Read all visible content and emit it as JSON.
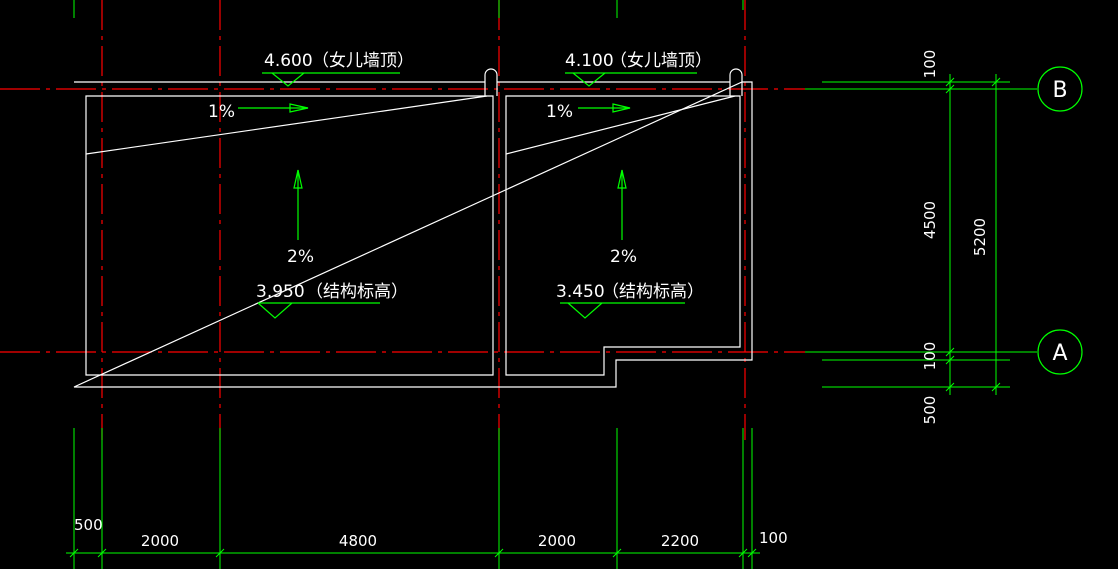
{
  "roof_left": {
    "parapet_elev": "4.600",
    "parapet_note": "（女儿墙顶）",
    "slope_small": "1%",
    "slope_main": "2%",
    "struct_elev": "3.950",
    "struct_note": "（结构标高）"
  },
  "roof_right": {
    "parapet_elev": "4.100",
    "parapet_note": "（女儿墙顶）",
    "slope_small": "1%",
    "slope_main": "2%",
    "struct_elev": "3.450",
    "struct_note": "（结构标高）"
  },
  "axes": {
    "b": "B",
    "a": "A"
  },
  "dims_bottom": [
    "500",
    "2000",
    "4800",
    "2000",
    "2200",
    "100"
  ],
  "dims_right": {
    "top": "100",
    "mid": "4500",
    "bottom_small": "100",
    "below": "500",
    "total": "5200"
  },
  "colors": {
    "red": "#ff0000",
    "green": "#00ff00",
    "white": "#ffffff",
    "background": "#000000"
  }
}
